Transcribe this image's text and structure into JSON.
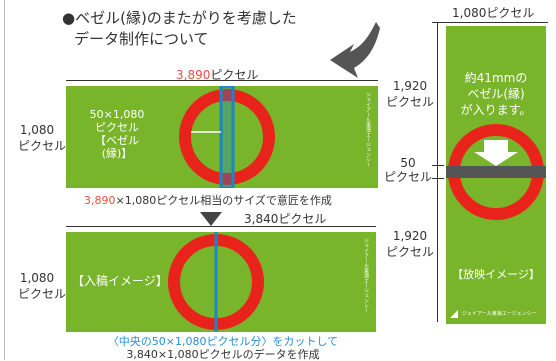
{
  "heading": {
    "bullet": "●",
    "line1": "ベゼル(縁)のまたがりを考慮した",
    "line2": "データ制作について"
  },
  "top_design": {
    "width_value": "3,890",
    "width_unit": "ピクセル",
    "height_label_1": "1,080",
    "height_label_2": "ピクセル",
    "bezel_label_1": "50×1,080",
    "bezel_label_2": "ピクセル",
    "bezel_label_3": "【ベゼル(縁)】",
    "caption_value": "3,890",
    "caption_rest": "×1,080ピクセル相当のサイズで意匠を作成",
    "watermark": "ジェイアール東海エージェンシー"
  },
  "bottom_design": {
    "width_label": "3,840ピクセル",
    "height_label_1": "1,080",
    "height_label_2": "ピクセル",
    "title": "【入稿イメージ】",
    "caption_1": "〈中央の50×1,080ピクセル分〉をカットして",
    "caption_2": "3,840×1,080ピクセルのデータを作成",
    "watermark": "ジェイアール東海エージェンシー"
  },
  "screen": {
    "width_label": "1,080ピクセル",
    "top_height_1": "1,920",
    "top_height_2": "ピクセル",
    "bezel_height_1": "50",
    "bezel_height_2": "ピクセル",
    "bottom_height_1": "1,920",
    "bottom_height_2": "ピクセル",
    "note_1": "約41mmの",
    "note_2": "ベゼル(縁)",
    "note_3": "が入ります。",
    "title": "【放映イメージ】",
    "logo_text": "ジェイアール東海エージェンシー"
  },
  "colors": {
    "green": "#79b52a",
    "red": "#e8231c",
    "blue": "#1a85c8",
    "accent_red_text": "#e8503c",
    "bezel_gray": "#555555"
  }
}
